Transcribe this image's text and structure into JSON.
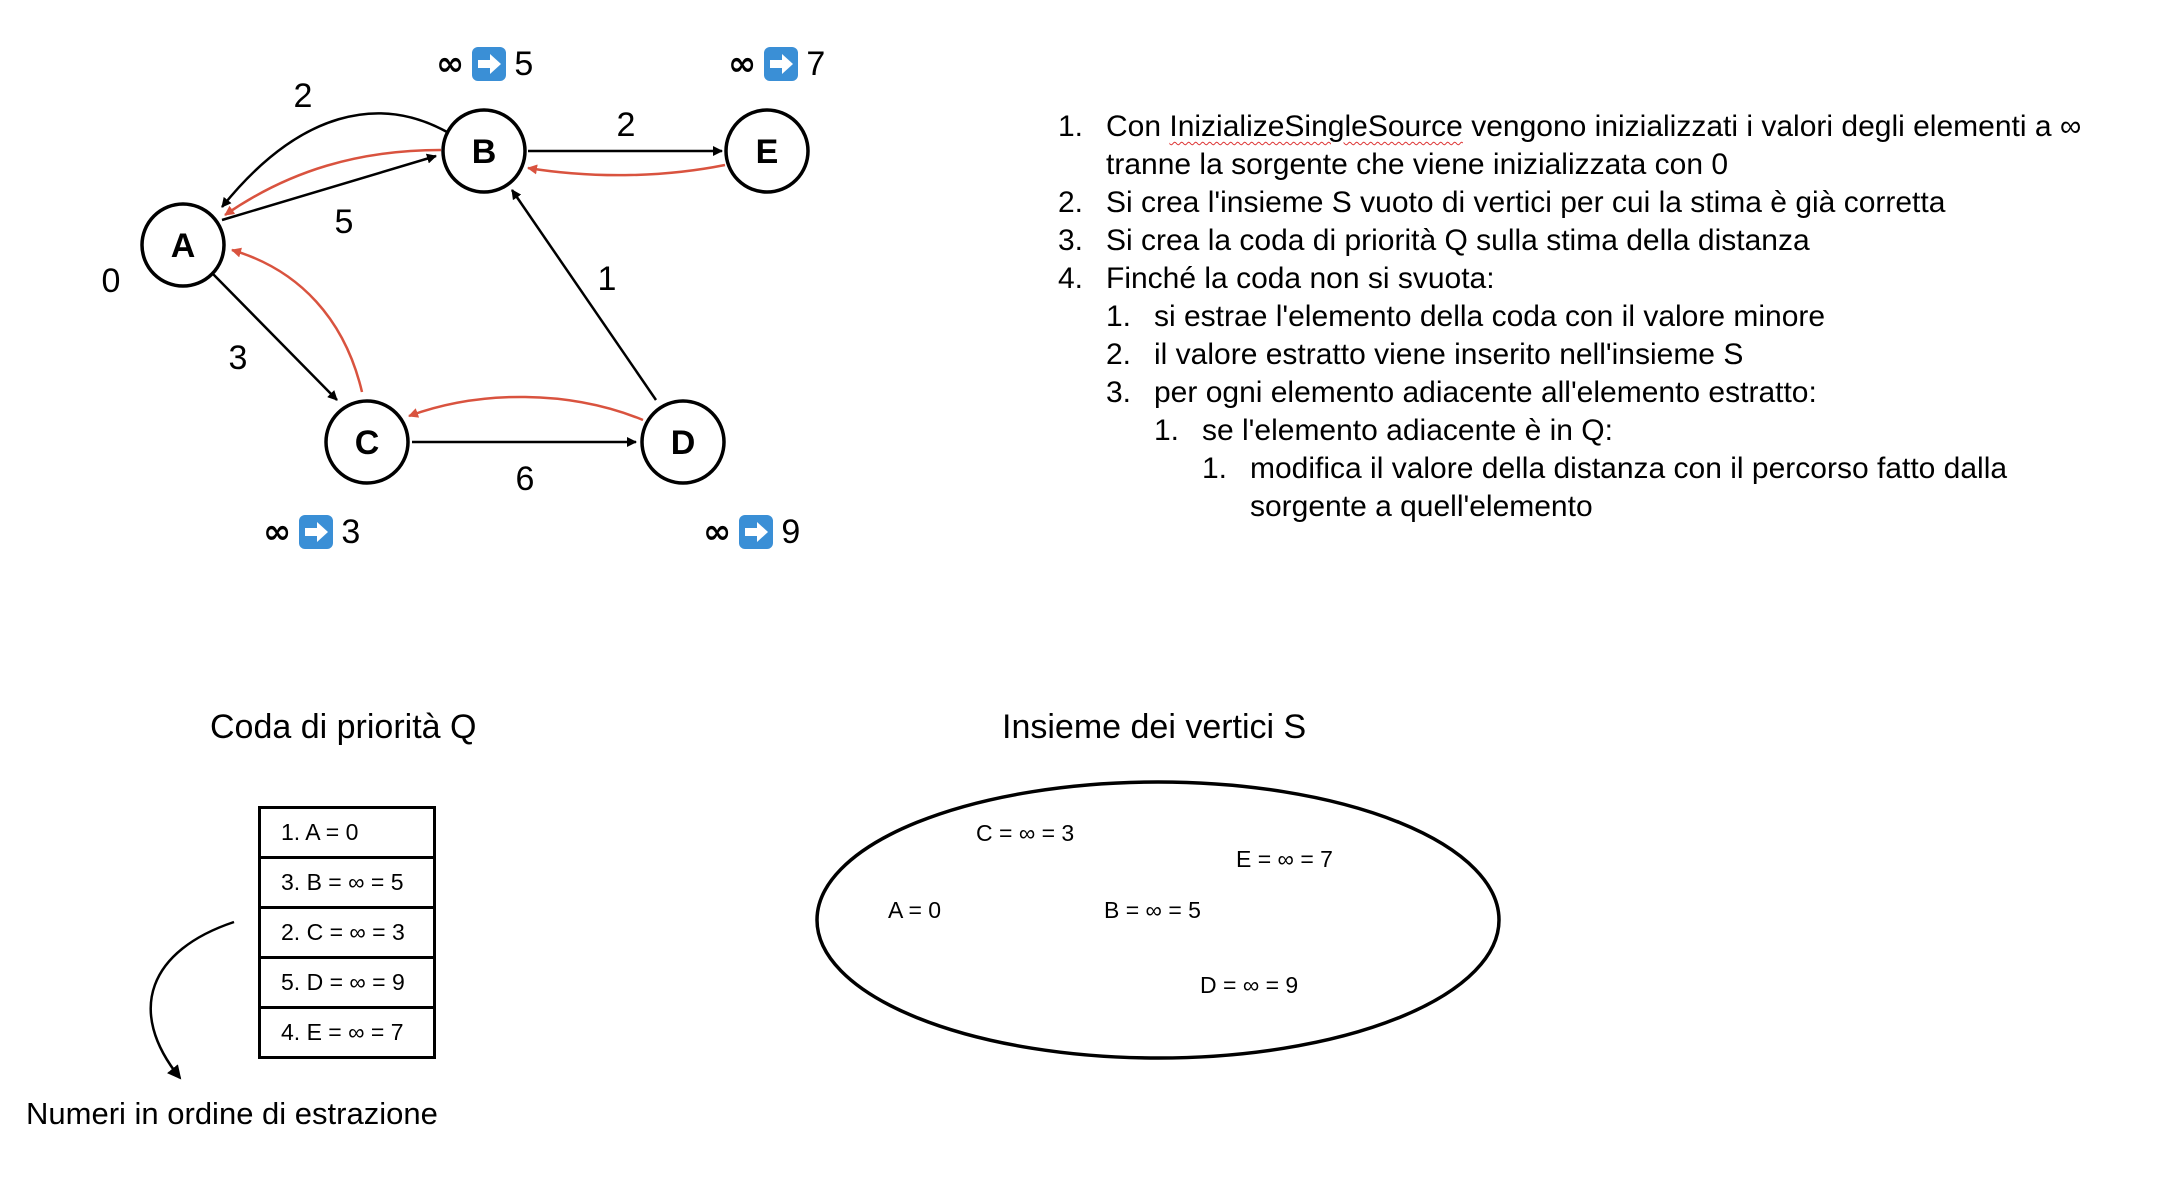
{
  "graph": {
    "nodes": [
      {
        "id": "A",
        "label": "A"
      },
      {
        "id": "B",
        "label": "B"
      },
      {
        "id": "C",
        "label": "C"
      },
      {
        "id": "D",
        "label": "D"
      },
      {
        "id": "E",
        "label": "E"
      }
    ],
    "edge_weights": {
      "B_A": "2",
      "A_B": "5",
      "B_E": "2",
      "A_C": "3",
      "D_B": "1",
      "C_D": "6"
    },
    "source_distance": "0",
    "distances": {
      "B": {
        "from": "∞",
        "to": "5"
      },
      "E": {
        "from": "∞",
        "to": "7"
      },
      "C": {
        "from": "∞",
        "to": "3"
      },
      "D": {
        "from": "∞",
        "to": "9"
      }
    },
    "colors": {
      "edge": "#000000",
      "predecessor_edge": "#d9533f",
      "arrow_icon": "#3a8fd6"
    }
  },
  "steps": [
    {
      "num": "1.",
      "text_pre": "Con ",
      "text_underlined": "InizializeSingleSource",
      "text_post": " vengono inizializzati i valori degli elementi a ∞",
      "text_cont": "tranne la sorgente che viene inizializzata con 0"
    },
    {
      "num": "2.",
      "text": "Si crea l'insieme S vuoto di vertici per cui la stima è già corretta"
    },
    {
      "num": "3.",
      "text": "Si crea la coda di priorità Q sulla stima della distanza"
    },
    {
      "num": "4.",
      "text": "Finché la coda non si svuota:"
    },
    {
      "num": "1.",
      "text": "si estrae l'elemento della coda con il valore minore"
    },
    {
      "num": "2.",
      "text": "il valore estratto viene inserito nell'insieme S"
    },
    {
      "num": "3.",
      "text": "per ogni elemento adiacente all'elemento estratto:"
    },
    {
      "num": "1.",
      "text": "se l'elemento adiacente è in Q:"
    },
    {
      "num": "1.",
      "text": "modifica il valore della distanza con il percorso fatto dalla",
      "text_cont": "sorgente a quell'elemento"
    }
  ],
  "queue": {
    "title": "Coda di priorità Q",
    "cells": [
      "1. A = 0",
      "3. B = ∞ = 5",
      "2. C = ∞ = 3",
      "5. D = ∞ = 9",
      "4. E = ∞ = 7"
    ],
    "caption": "Numeri in ordine di estrazione"
  },
  "set": {
    "title": "Insieme dei vertici S",
    "items": [
      "C = ∞ = 3",
      "E = ∞ = 7",
      "A = 0",
      "B = ∞ = 5",
      "D = ∞ = 9"
    ]
  }
}
